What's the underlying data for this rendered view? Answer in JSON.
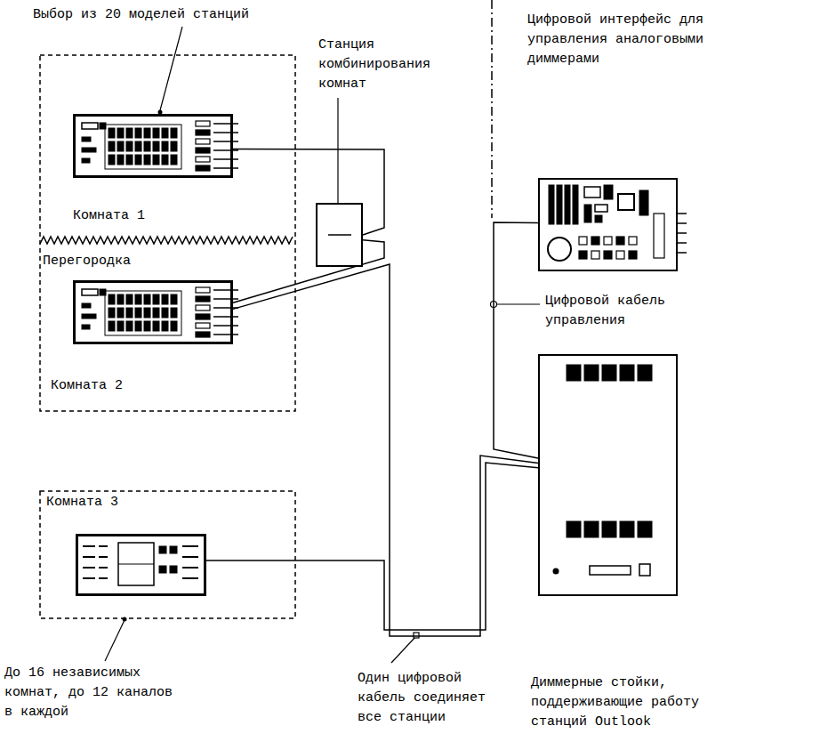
{
  "diagram": {
    "nodes": [
      {
        "text": [
          "Комната 1"
        ]
      },
      {
        "text": [
          "Станция комбинирования комнат"
        ]
      },
      {
        "text": [
          "Комната 2"
        ]
      },
      {
        "text": [
          "Комната 3"
        ]
      },
      {
        "text": [
          "Цифровой интерфейс для управления аналоговыми диммерами"
        ]
      },
      {
        "text": [
          "Диммерные стойки, поддерживающие работу станций Outlook"
        ]
      }
    ],
    "edges": [
      {
        "from": 0,
        "to": 1,
        "arrow": "none"
      },
      {
        "from": 2,
        "to": 1,
        "arrow": "none"
      },
      {
        "from": 2,
        "to": 5,
        "arrow": "none"
      },
      {
        "from": 3,
        "to": 5,
        "arrow": "none"
      },
      {
        "from": 4,
        "to": 5,
        "arrow": "none"
      }
    ],
    "labels": [
      "Выбор из 20 моделей станций",
      "Перегородка",
      "Цифровой кабель управления",
      "До 16 независимых комнат, до 12 каналов в каждой",
      "Один цифровой кабель соединяет все станции"
    ]
  }
}
